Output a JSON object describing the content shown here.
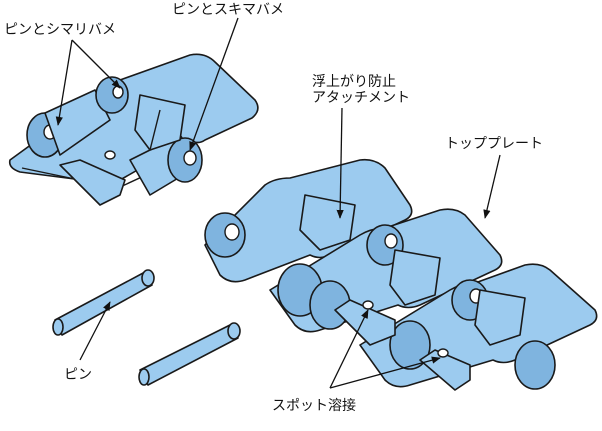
{
  "labels": {
    "pin_tight_spring": "ピンとシマリバメ",
    "pin_clearance_spring": "ピンとスキマバメ",
    "lift_prevention_attachment": "浮上がり防止\nアタッチメント",
    "top_plate": "トッププレート",
    "pin": "ピン",
    "spot_weld": "スポット溶接"
  },
  "colors": {
    "part_fill": "#9ccbef",
    "part_shade": "#7fb4df",
    "outline": "#1a1a1a"
  }
}
